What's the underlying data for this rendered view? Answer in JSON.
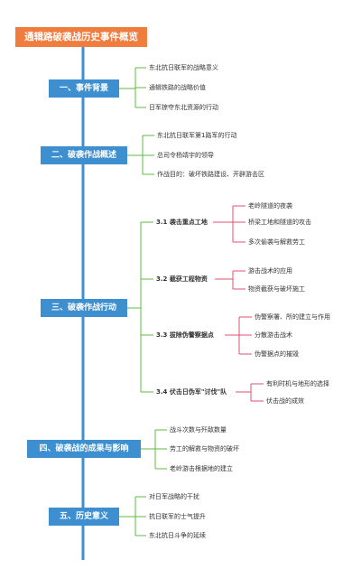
{
  "title": "通辑路破袭战历史事件概览",
  "sections": [
    {
      "label": "一、事件背景",
      "items": [
        "东北抗日联军的战略意义",
        "通辑铁路的战略价值",
        "日军掠夺东北资源的行动"
      ]
    },
    {
      "label": "二、破袭作战概述",
      "items": [
        "东北抗日联军第1路军的行动",
        "总司令杨靖宇的领导",
        "作战目的：破坏铁路建设、开辟游击区"
      ]
    },
    {
      "label": "三、破袭作战行动",
      "subs": [
        {
          "label": "3.1 袭击重点工地",
          "items": [
            "老岭隧道的夜袭",
            "桥梁工地和隧道的攻击",
            "多次偷袭与解救劳工"
          ]
        },
        {
          "label": "3.2 截获工程物资",
          "items": [
            "游击战术的应用",
            "物资截获与破坏施工"
          ]
        },
        {
          "label": "3.3 拔除伪警察据点",
          "items": [
            "伪警察署、所的建立与作用",
            "分散游击战术",
            "伪警据点的摧毁"
          ]
        },
        {
          "label": "3.4 伏击日伪军\"讨伐\"队",
          "items": [
            "有利时机与地形的选择",
            "伏击战的成效"
          ]
        }
      ]
    },
    {
      "label": "四、破袭战的成果与影响",
      "items": [
        "战斗次数与歼敌数量",
        "劳工的解救与物资的破坏",
        "老岭游击根据地的建立"
      ]
    },
    {
      "label": "五、历史意义",
      "items": [
        "对日军战略的干扰",
        "抗日联军的士气提升",
        "东北抗日斗争的延续"
      ]
    }
  ],
  "colors": {
    "title_bg": "#f07c3e",
    "section_bg": "#3d8fcf",
    "spine": "#3d8fcf",
    "branch": "#5dbb46",
    "leaf_branch": "#e0506e"
  }
}
